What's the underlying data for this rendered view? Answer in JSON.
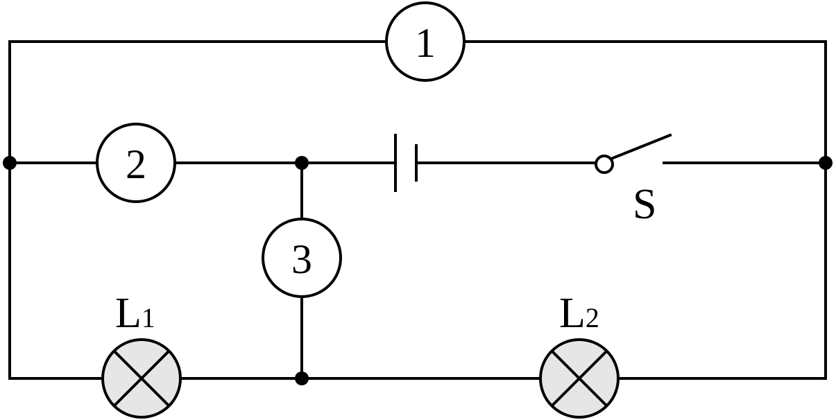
{
  "meters": [
    {
      "id": "1",
      "label": "1"
    },
    {
      "id": "2",
      "label": "2"
    },
    {
      "id": "3",
      "label": "3"
    }
  ],
  "switch": {
    "label": "S"
  },
  "lamps": [
    {
      "id": "L1",
      "letter": "L",
      "subscript": "1"
    },
    {
      "id": "L2",
      "letter": "L",
      "subscript": "2"
    }
  ]
}
